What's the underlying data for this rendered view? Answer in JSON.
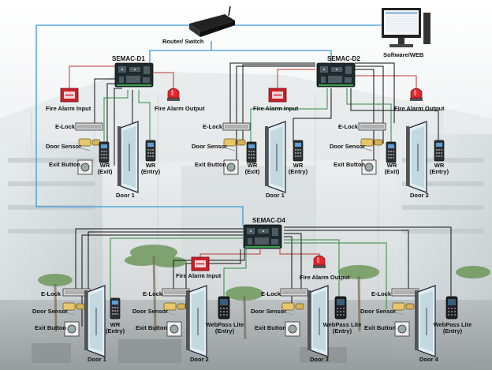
{
  "network": {
    "router_label": "Router/ Switch",
    "software_label": "Software/WEB"
  },
  "controllers": [
    {
      "name": "SEMAC-D1"
    },
    {
      "name": "SEMAC-D2"
    },
    {
      "name": "SEMAC-D4"
    }
  ],
  "labels": {
    "fire_alarm_input": "Fire Alarm Input",
    "fire_alarm_output": "Fire Alarm Output",
    "elock": "E-Lock",
    "door_sensor": "Door Sensor",
    "exit_button": "Exit Button",
    "wr": "WR",
    "exit_paren": "(Exit)",
    "entry_paren": "(Entry)",
    "webpass_lite": "WebPass Lite",
    "door_1": "Door 1",
    "door_2": "Door 2",
    "door_3": "Door 3",
    "door_4": "Door 4"
  },
  "colors": {
    "network_line": "#3a9ad9",
    "power_line": "#111111",
    "data_line": "#2e8b3e",
    "alarm_line": "#c0392b",
    "controller_board": "#1e2a2e",
    "alarm_red": "#c8202a"
  }
}
